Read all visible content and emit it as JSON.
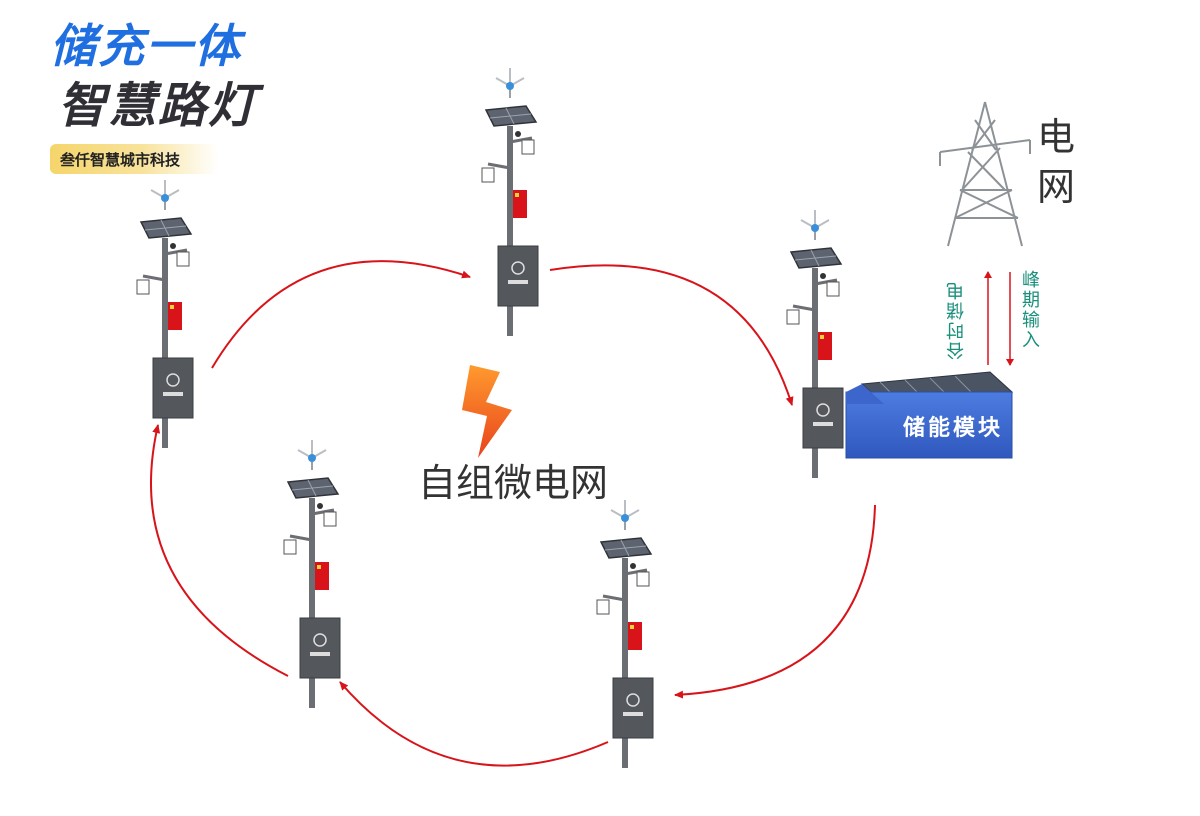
{
  "header": {
    "title_line1": "储充一体",
    "title_line2": "智慧路灯",
    "tagline": "叁仟智慧城市科技"
  },
  "grid": {
    "label": "电网",
    "flow_left": "谷时储电",
    "flow_right": "峰期输入"
  },
  "microgrid": {
    "label": "自组微电网"
  },
  "storage": {
    "label": "储能模块"
  },
  "colors": {
    "title_blue": "#1f6fe0",
    "title_dark": "#2f2f35",
    "tagline_bg": "#f5d56a",
    "arrow_red": "#d8141a",
    "flow_text": "#1a8f7b",
    "container_blue": "#3f6fd6",
    "pole_gray": "#6b6e73"
  }
}
